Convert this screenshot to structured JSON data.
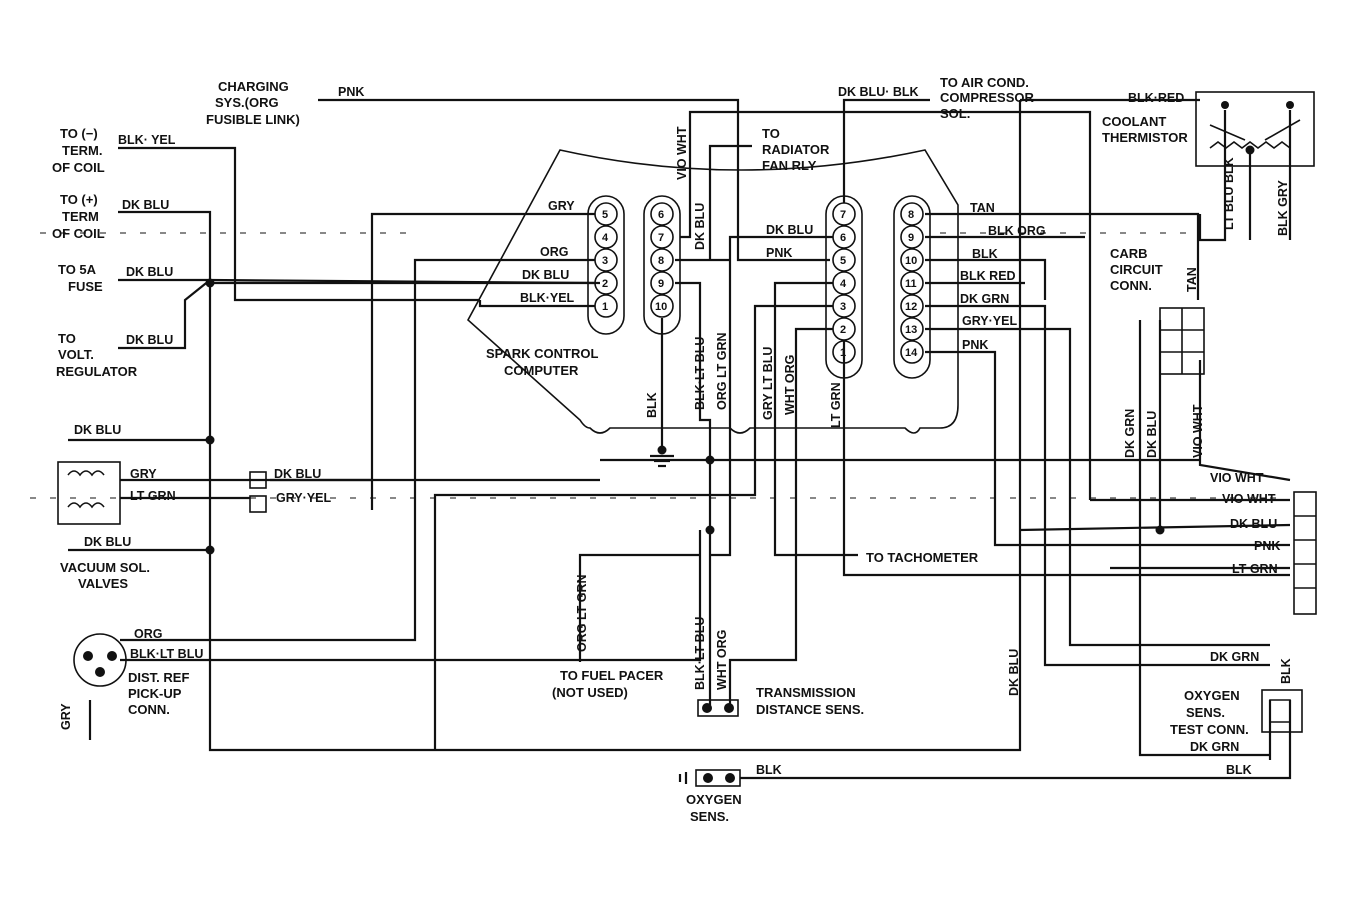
{
  "external_labels": {
    "charging_l1": "CHARGING",
    "charging_l2": "SYS.(ORG",
    "charging_l3": "FUSIBLE LINK)",
    "coil_neg_l1": "TO (−)",
    "coil_neg_l2": "TERM.",
    "coil_neg_l3": "OF COIL",
    "coil_pos_l1": "TO (+)",
    "coil_pos_l2": "TERM",
    "coil_pos_l3": "OF COIL",
    "fuse_l1": "TO 5A",
    "fuse_l2": "FUSE",
    "volt_l1": "TO",
    "volt_l2": "VOLT.",
    "volt_l3": "REGULATOR",
    "air_l1": "TO AIR COND.",
    "air_l2": "COMPRESSOR",
    "air_l3": "SOL.",
    "radiator_l1": "TO",
    "radiator_l2": "RADIATOR",
    "radiator_l3": "FAN RLY",
    "coolant_l1": "COOLANT",
    "coolant_l2": "THERMISTOR",
    "spark_l1": "SPARK CONTROL",
    "spark_l2": "COMPUTER",
    "carb_l1": "CARB",
    "carb_l2": "CIRCUIT",
    "carb_l3": "CONN.",
    "vacuum_l1": "VACUUM SOL.",
    "vacuum_l2": "VALVES",
    "dist_l1": "DIST. REF",
    "dist_l2": "PICK-UP",
    "dist_l3": "CONN.",
    "tach": "TO TACHOMETER",
    "fuel_l1": "TO FUEL PACER",
    "fuel_l2": "(NOT USED)",
    "trans_l1": "TRANSMISSION",
    "trans_l2": "DISTANCE SENS.",
    "o2test_l1": "OXYGEN",
    "o2test_l2": "SENS.",
    "o2test_l3": "TEST CONN.",
    "o2_l1": "OXYGEN",
    "o2_l2": "SENS."
  },
  "wire_labels": {
    "pnk_top": "PNK",
    "dkblu_blk": "DK BLU· BLK",
    "blk_red_top": "BLK·RED",
    "blk_yel_coil": "BLK· YEL",
    "dk_blu_coil": "DK BLU",
    "dk_blu_fuse": "DK BLU",
    "dk_blu_volt": "DK BLU",
    "vio_wht_v": "VIO WHT",
    "dk_blu_v": "DK BLU",
    "gry_1": "GRY",
    "org_1": "ORG",
    "dk_blu_1": "DK BLU",
    "blk_yel_1": "BLK·YEL",
    "dk_blu_6": "DK BLU",
    "pnk_5": "PNK",
    "tan": "TAN",
    "blk_org": "BLK ORG",
    "blk_10": "BLK",
    "blk_red_11": "BLK RED",
    "dk_grn_12": "DK GRN",
    "gry_yel_13": "GRY·YEL",
    "pnk_14": "PNK",
    "lt_blu_blk": "LT BLU BLK",
    "blk_gry": "BLK GRY",
    "tan_v": "TAN",
    "blk_gnd": "BLK",
    "blk_lt_blu_v": "BLK·LT BLU",
    "org_lt_grn_v": "ORG LT GRN",
    "gry_lt_blu_v": "GRY LT BLU",
    "wht_org_v": "WHT ORG",
    "lt_grn_v": "LT GRN",
    "dk_grn_v": "DK GRN",
    "dk_blu_v2": "DK BLU",
    "vio_wht_v2": "VIO WHT",
    "vio_wht_h": "VIO WHT",
    "vio_wht_h2": "VIO WHT",
    "dk_blu_h": "DK BLU",
    "pnk_h": "PNK",
    "lt_grn_h": "LT GRN",
    "dk_blu_vac": "DK BLU",
    "gry_vac": "GRY",
    "lt_grn_vac": "LT GRN",
    "dk_blu_vac2": "DK BLU",
    "dk_blu_conn": "DK BLU",
    "gry_yel_conn": "GRY·YEL",
    "org_dist": "ORG",
    "blk_lt_blu_dist": "BLK·LT BLU",
    "gry_dist": "GRY",
    "org_lt_grn_fuel": "ORG LT GRN",
    "blk_lt_blu_trans": "BLK·LT BLU",
    "wht_org_trans": "WHT ORG",
    "dk_blu_low": "DK BLU",
    "dk_grn_o2": "DK GRN",
    "dk_grn_o2b": "DK GRN",
    "blk_o2test": "BLK",
    "blk_o2": "BLK",
    "blk_o2b": "BLK"
  },
  "connector_pins": {
    "a": [
      "5",
      "4",
      "3",
      "2",
      "1"
    ],
    "b": [
      "6",
      "7",
      "8",
      "9",
      "10"
    ],
    "c": [
      "7",
      "6",
      "5",
      "4",
      "3",
      "2",
      "1"
    ],
    "d": [
      "8",
      "9",
      "10",
      "11",
      "12",
      "13",
      "14"
    ]
  }
}
